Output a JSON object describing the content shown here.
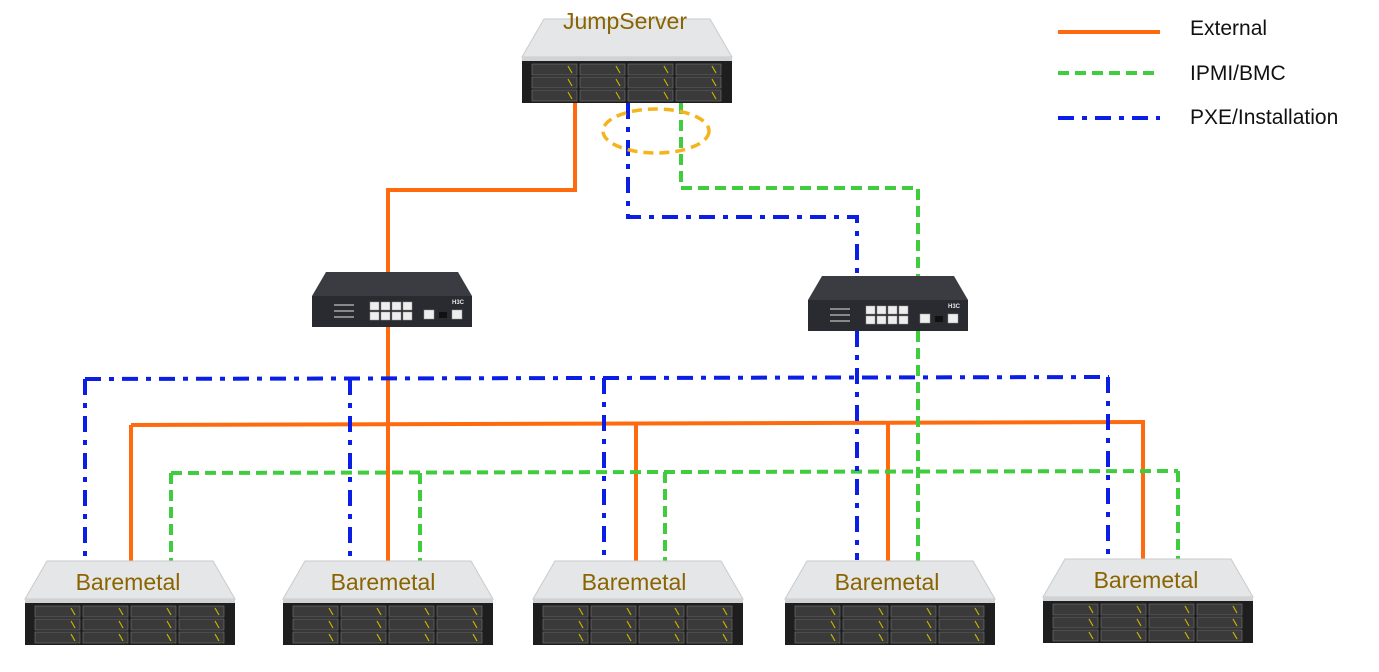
{
  "title": "",
  "colors": {
    "external": "#ff6a0e",
    "ipmi": "#3fcc3f",
    "pxe": "#0a1ee6",
    "highlight": "#f5b41e",
    "label": "#8a6400"
  },
  "legend": [
    {
      "label": "External",
      "style": "solid",
      "color": "#ff6a0e"
    },
    {
      "label": "IPMI/BMC",
      "style": "dashed",
      "color": "#3fcc3f"
    },
    {
      "label": "PXE/Installation",
      "style": "dash-dot",
      "color": "#0a1ee6"
    }
  ],
  "nodes": {
    "jumpserver": {
      "label": "JumpServer",
      "type": "server"
    },
    "switches": [
      {
        "type": "switch",
        "brand": "H3C"
      },
      {
        "type": "switch",
        "brand": "H3C"
      }
    ],
    "baremetals": [
      {
        "label": "Baremetal"
      },
      {
        "label": "Baremetal"
      },
      {
        "label": "Baremetal"
      },
      {
        "label": "Baremetal"
      },
      {
        "label": "Baremetal"
      }
    ]
  },
  "connections": [
    {
      "from": "jumpserver",
      "to": "switch-left",
      "type": "External"
    },
    {
      "from": "jumpserver",
      "to": "switch-right",
      "type": "IPMI/BMC"
    },
    {
      "from": "jumpserver",
      "to": "switch-right",
      "type": "PXE/Installation"
    },
    {
      "from": "switch-left",
      "to": "all-baremetals",
      "type": "External"
    },
    {
      "from": "switch-right",
      "to": "all-baremetals",
      "type": "IPMI/BMC"
    },
    {
      "from": "switch-right",
      "to": "all-baremetals",
      "type": "PXE/Installation"
    }
  ]
}
